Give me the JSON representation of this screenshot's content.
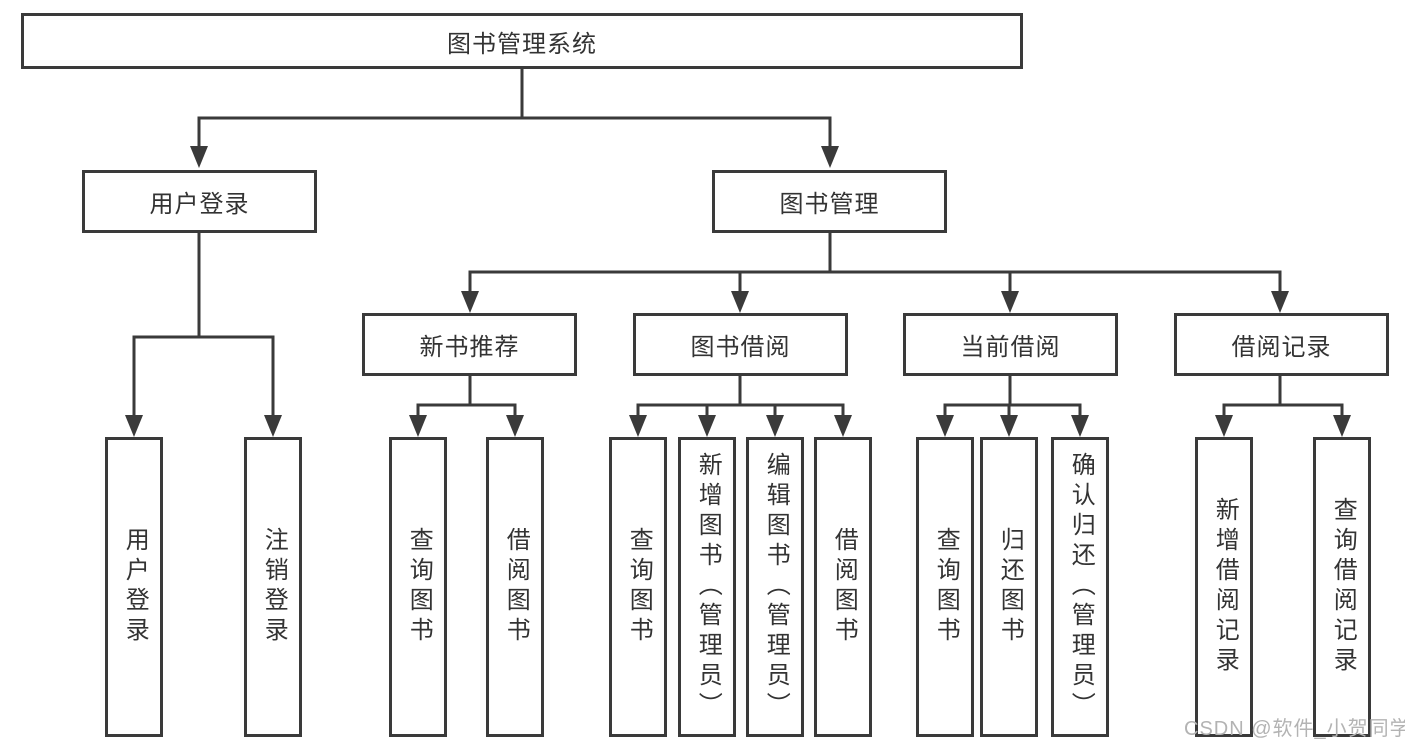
{
  "diagram": {
    "type": "hierarchy-tree",
    "title": "图书管理系统"
  },
  "colors": {
    "line": "#3a3a3a",
    "box_border": "#3a3a3a",
    "text": "#333333",
    "watermark": "#b3b3b3",
    "background": "#ffffff"
  },
  "watermark": {
    "text": "CSDN @软件_小贺同学"
  },
  "tree": {
    "root": {
      "label": "图书管理系统",
      "children": [
        {
          "label": "用户登录",
          "children": [
            {
              "label": "用户登录"
            },
            {
              "label": "注销登录"
            }
          ]
        },
        {
          "label": "图书管理",
          "children": [
            {
              "label": "新书推荐",
              "children": [
                {
                  "label": "查询图书"
                },
                {
                  "label": "借阅图书"
                }
              ]
            },
            {
              "label": "图书借阅",
              "children": [
                {
                  "label": "查询图书"
                },
                {
                  "label": "新增图书（管理员）"
                },
                {
                  "label": "编辑图书（管理员）"
                },
                {
                  "label": "借阅图书"
                }
              ]
            },
            {
              "label": "当前借阅",
              "children": [
                {
                  "label": "查询图书"
                },
                {
                  "label": "归还图书"
                },
                {
                  "label": "确认归还（管理员）"
                }
              ]
            },
            {
              "label": "借阅记录",
              "children": [
                {
                  "label": "新增借阅记录"
                },
                {
                  "label": "查询借阅记录"
                }
              ]
            }
          ]
        }
      ]
    }
  }
}
